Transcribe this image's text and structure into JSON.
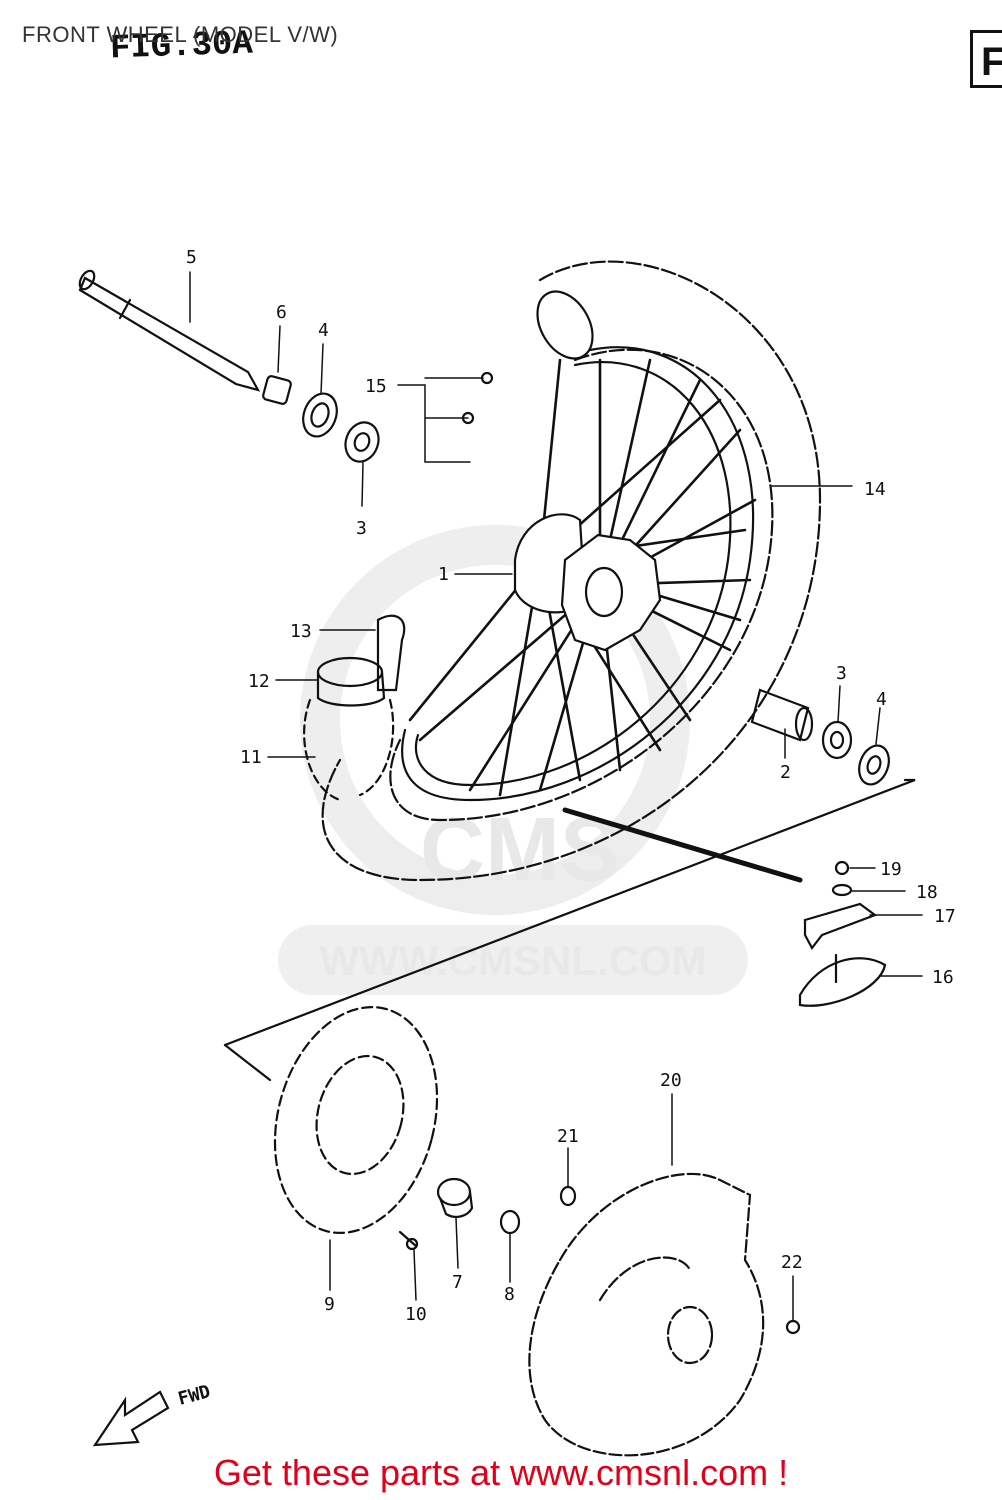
{
  "header": {
    "title": "FRONT WHEEL (MODEL V/W)",
    "fig_label": "FIG.30A",
    "corner_mark": "F"
  },
  "watermark": {
    "logo_text": "CMS",
    "url": "WWW.CMSNL.COM"
  },
  "callouts": [
    {
      "id": "c5",
      "label": "5"
    },
    {
      "id": "c6",
      "label": "6"
    },
    {
      "id": "c4a",
      "label": "4"
    },
    {
      "id": "c15",
      "label": "15"
    },
    {
      "id": "c3a",
      "label": "3"
    },
    {
      "id": "c14",
      "label": "14"
    },
    {
      "id": "c1",
      "label": "1"
    },
    {
      "id": "c13",
      "label": "13"
    },
    {
      "id": "c12",
      "label": "12"
    },
    {
      "id": "c11",
      "label": "11"
    },
    {
      "id": "c3b",
      "label": "3"
    },
    {
      "id": "c4b",
      "label": "4"
    },
    {
      "id": "c2",
      "label": "2"
    },
    {
      "id": "c19",
      "label": "19"
    },
    {
      "id": "c18",
      "label": "18"
    },
    {
      "id": "c17",
      "label": "17"
    },
    {
      "id": "c16",
      "label": "16"
    },
    {
      "id": "c20",
      "label": "20"
    },
    {
      "id": "c21",
      "label": "21"
    },
    {
      "id": "c22",
      "label": "22"
    },
    {
      "id": "c9",
      "label": "9"
    },
    {
      "id": "c10",
      "label": "10"
    },
    {
      "id": "c7",
      "label": "7"
    },
    {
      "id": "c8",
      "label": "8"
    }
  ],
  "direction_label": "FWD",
  "footer": {
    "link_text": "Get these parts at www.cmsnl.com !"
  }
}
